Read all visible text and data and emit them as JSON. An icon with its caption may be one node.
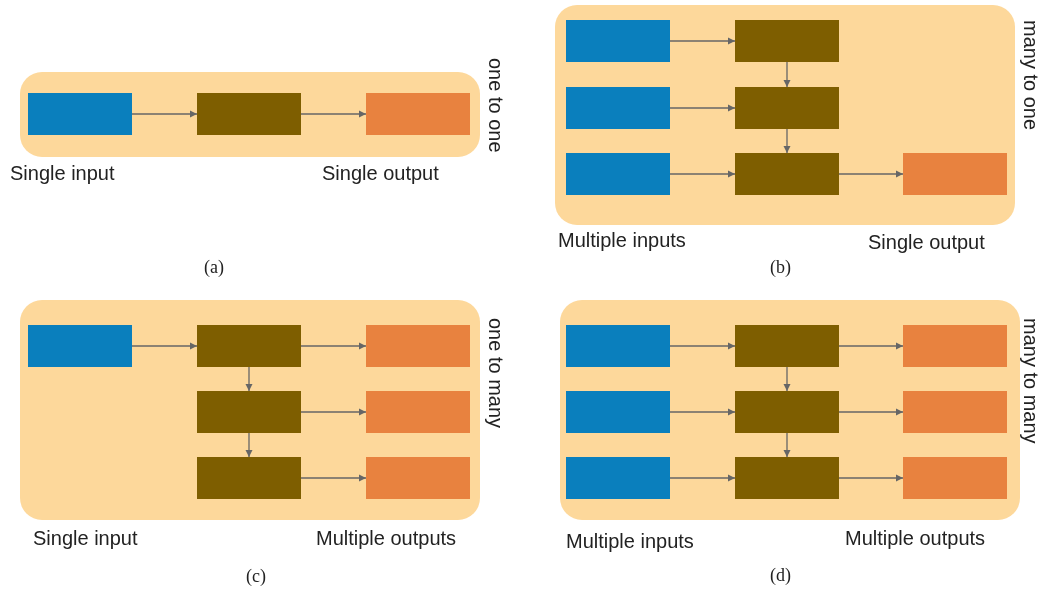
{
  "diagram": {
    "nodes": [
      {
        "text": [
          "one to one"
        ],
        "beside": [
          "Single input",
          "Single output"
        ]
      },
      {
        "text": [],
        "shape": "box",
        "in": 0
      },
      {
        "text": [],
        "shape": "box",
        "in": 0
      },
      {
        "text": [],
        "shape": "box",
        "in": 0
      },
      {
        "text": [
          "many to one"
        ],
        "beside": [
          "Multiple inputs",
          "Single output"
        ]
      },
      {
        "text": [],
        "shape": "box",
        "in": 4
      },
      {
        "text": [],
        "shape": "box",
        "in": 4
      },
      {
        "text": [],
        "shape": "box",
        "in": 4
      },
      {
        "text": [],
        "shape": "box",
        "in": 4
      },
      {
        "text": [],
        "shape": "box",
        "in": 4
      },
      {
        "text": [],
        "shape": "box",
        "in": 4
      },
      {
        "text": [],
        "shape": "box",
        "in": 4
      },
      {
        "text": [
          "one to many"
        ],
        "beside": [
          "Single input",
          "Multiple outputs"
        ]
      },
      {
        "text": [],
        "shape": "box",
        "in": 12
      },
      {
        "text": [],
        "shape": "box",
        "in": 12
      },
      {
        "text": [],
        "shape": "box",
        "in": 12
      },
      {
        "text": [],
        "shape": "box",
        "in": 12
      },
      {
        "text": [],
        "shape": "box",
        "in": 12
      },
      {
        "text": [],
        "shape": "box",
        "in": 12
      },
      {
        "text": [],
        "shape": "box",
        "in": 12
      },
      {
        "text": [
          "many to many"
        ],
        "beside": [
          "Multiple inputs",
          "Multiple outputs"
        ]
      },
      {
        "text": [],
        "shape": "box",
        "in": 20
      },
      {
        "text": [],
        "shape": "box",
        "in": 20
      },
      {
        "text": [],
        "shape": "box",
        "in": 20
      },
      {
        "text": [],
        "shape": "box",
        "in": 20
      },
      {
        "text": [],
        "shape": "box",
        "in": 20
      },
      {
        "text": [],
        "shape": "box",
        "in": 20
      },
      {
        "text": [],
        "shape": "box",
        "in": 20
      },
      {
        "text": [],
        "shape": "box",
        "in": 20
      },
      {
        "text": [],
        "shape": "box",
        "in": 20
      }
    ],
    "edges": [
      {
        "from": 1,
        "to": 2,
        "arrow": "to"
      },
      {
        "from": 2,
        "to": 3,
        "arrow": "to"
      },
      {
        "from": 5,
        "to": 8,
        "arrow": "to"
      },
      {
        "from": 6,
        "to": 9,
        "arrow": "to"
      },
      {
        "from": 7,
        "to": 10,
        "arrow": "to"
      },
      {
        "from": 8,
        "to": 9,
        "arrow": "to"
      },
      {
        "from": 9,
        "to": 10,
        "arrow": "to"
      },
      {
        "from": 10,
        "to": 11,
        "arrow": "to"
      },
      {
        "from": 13,
        "to": 14,
        "arrow": "to"
      },
      {
        "from": 14,
        "to": 15,
        "arrow": "to"
      },
      {
        "from": 15,
        "to": 16,
        "arrow": "to"
      },
      {
        "from": 14,
        "to": 17,
        "arrow": "to"
      },
      {
        "from": 15,
        "to": 18,
        "arrow": "to"
      },
      {
        "from": 16,
        "to": 19,
        "arrow": "to"
      },
      {
        "from": 21,
        "to": 24,
        "arrow": "to"
      },
      {
        "from": 22,
        "to": 25,
        "arrow": "to"
      },
      {
        "from": 23,
        "to": 26,
        "arrow": "to"
      },
      {
        "from": 24,
        "to": 25,
        "arrow": "to"
      },
      {
        "from": 25,
        "to": 26,
        "arrow": "to"
      },
      {
        "from": 24,
        "to": 27,
        "arrow": "to"
      },
      {
        "from": 25,
        "to": 28,
        "arrow": "to"
      },
      {
        "from": 26,
        "to": 29,
        "arrow": "to"
      }
    ],
    "labels": [
      "(a)",
      "(b)",
      "(c)",
      "(d)"
    ]
  }
}
